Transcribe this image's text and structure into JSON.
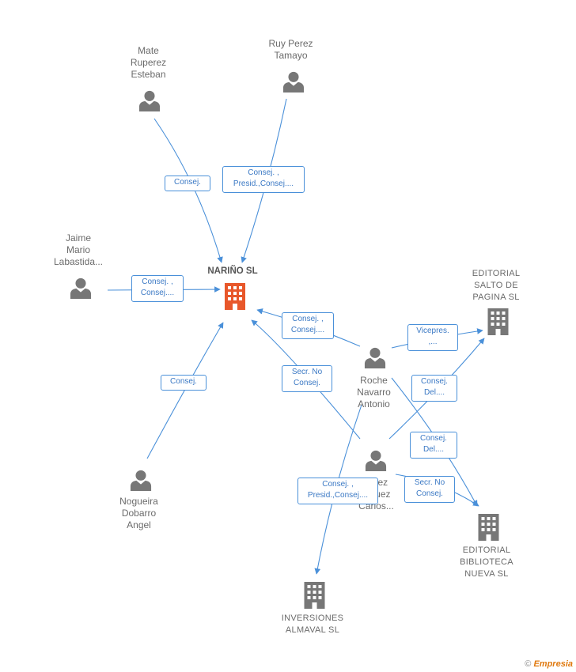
{
  "center": {
    "label": "NARIÑO SL"
  },
  "people": {
    "mate": "Mate\nRuperez\nEsteban",
    "ruy": "Ruy Perez\nTamayo",
    "jaime": "Jaime\nMario\nLabastida...",
    "nogueira": "Nogueira\nDobarro\nAngel",
    "roche": "Roche\nNavarro\nAntonio",
    "carlos": "...nez\n...quez\nCarlos..."
  },
  "companies": {
    "salto": "EDITORIAL\nSALTO DE\nPAGINA SL",
    "biblioteca": "EDITORIAL\nBIBLIOTECA\nNUEVA SL",
    "inversiones": "INVERSIONES\nALMAVAL SL"
  },
  "edges": {
    "mate": "Consej.",
    "ruy": "Consej. ,\nPresid.,Consej....",
    "jaime": "Consej. ,\nConsej....",
    "nogueira": "Consej.",
    "roche_nario": "Consej. ,\nConsej....",
    "carlos_nario": "Secr.  No\nConsej.",
    "roche_salto": "Vicepres.\n,...",
    "carlos_salto": "Consej.\nDel....",
    "roche_biblio": "Consej.\nDel....",
    "carlos_biblio": "Secr.  No\nConsej.",
    "roche_invers": "Consej. ,\nPresid.,Consej...."
  },
  "footer": {
    "copyright": "©",
    "brand": "Empresia"
  },
  "colors": {
    "edge": "#4a90d9",
    "center_icon": "#e8572a",
    "icon": "#777777"
  }
}
